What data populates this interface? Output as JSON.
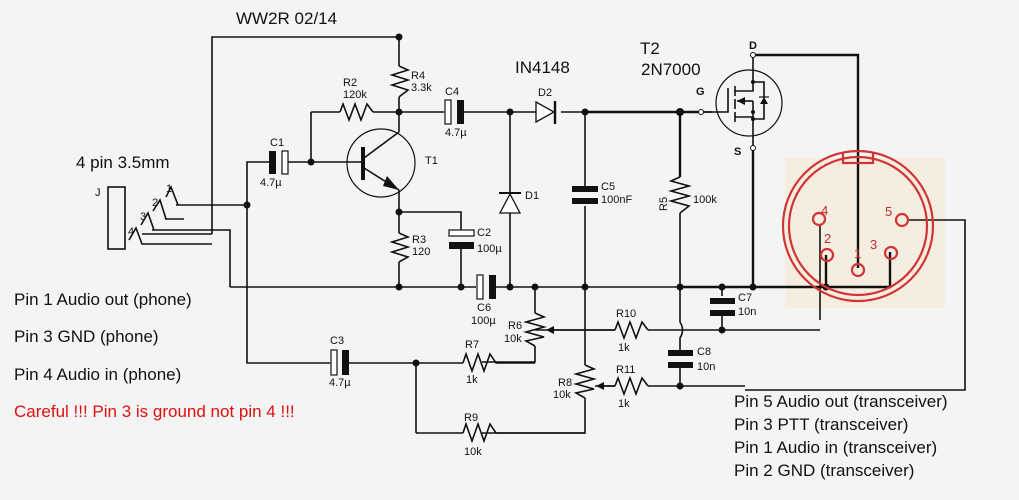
{
  "title": "WW2R 02/14",
  "jack": {
    "label": "4 pin 3.5mm",
    "designator": "J",
    "pins": [
      "1",
      "2",
      "3",
      "4"
    ]
  },
  "components": {
    "R2": {
      "name": "R2",
      "value": "120k"
    },
    "R3": {
      "name": "R3",
      "value": "120"
    },
    "R4": {
      "name": "R4",
      "value": "3.3k"
    },
    "R5": {
      "name": "R5",
      "value": "100k"
    },
    "R6": {
      "name": "R6",
      "value": "10k"
    },
    "R7": {
      "name": "R7",
      "value": "1k"
    },
    "R8": {
      "name": "R8",
      "value": "10k"
    },
    "R9": {
      "name": "R9",
      "value": "10k"
    },
    "R10": {
      "name": "R10",
      "value": "1k"
    },
    "R11": {
      "name": "R11",
      "value": "1k"
    },
    "C1": {
      "name": "C1",
      "value": "4.7µ"
    },
    "C2": {
      "name": "C2",
      "value": "100µ"
    },
    "C3": {
      "name": "C3",
      "value": "4.7µ"
    },
    "C4": {
      "name": "C4",
      "value": "4.7µ"
    },
    "C5": {
      "name": "C5",
      "value": "100nF"
    },
    "C6": {
      "name": "C6",
      "value": "100µ"
    },
    "C7": {
      "name": "C7",
      "value": "10n"
    },
    "C8": {
      "name": "C8",
      "value": "10n"
    },
    "T1": {
      "name": "T1"
    },
    "T2": {
      "name": "T2",
      "part": "2N7000",
      "pins": {
        "d": "D",
        "g": "G",
        "s": "S"
      }
    },
    "D1": {
      "name": "D1"
    },
    "D2": {
      "name": "D2",
      "part": "IN4148"
    }
  },
  "din": {
    "pins": [
      "1",
      "2",
      "3",
      "4",
      "5"
    ]
  },
  "phone_notes": [
    "Pin 1 Audio out (phone)",
    "Pin 3 GND (phone)",
    "Pin 4 Audio in (phone)"
  ],
  "warning": "Careful !!! Pin 3 is ground not pin 4 !!!",
  "transceiver_notes": [
    "Pin 5 Audio out (transceiver)",
    "Pin 3 PTT (transceiver)",
    "Pin 1 Audio in (transceiver)",
    "Pin 2 GND (transceiver)"
  ],
  "colors": {
    "din_outline": "#d03434",
    "warning_text": "#e01010",
    "din_background": "#f6ead8"
  }
}
